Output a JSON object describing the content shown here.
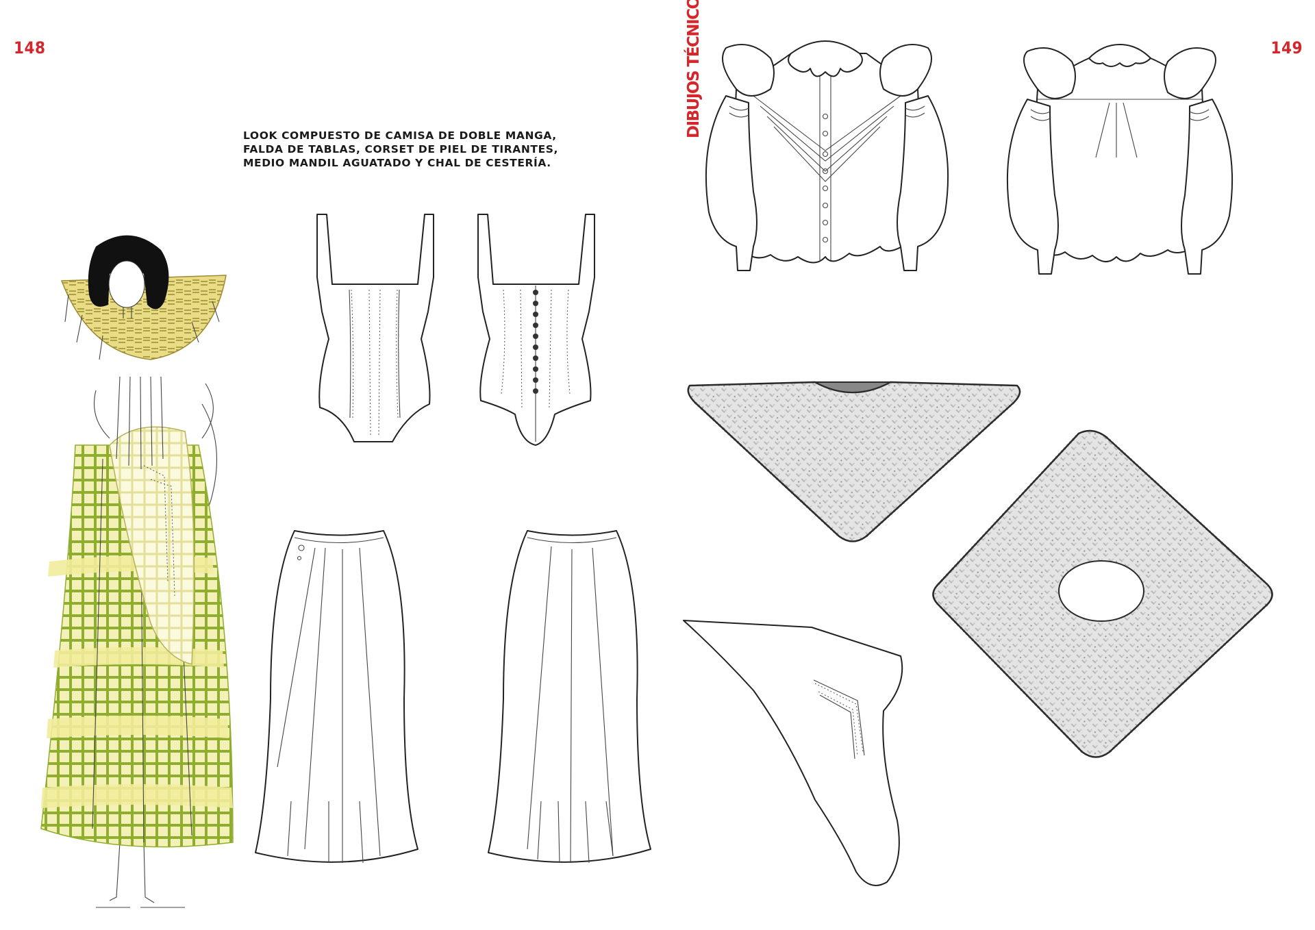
{
  "page": {
    "left_number": "148",
    "right_number": "149",
    "section_title": "DIBUJOS TÉCNICOS",
    "caption": "LOOK COMPUESTO DE CAMISA DE DOBLE MANGA, FALDA DE TABLAS, CORSET DE PIEL DE TIRANTES, MEDIO MANDIL AGUATADO Y CHAL DE CESTERÍA."
  },
  "colors": {
    "accent": "#d4262b",
    "skirt_green": "#9ab83a",
    "skirt_yellow": "#f2ec9c",
    "hair": "#111111",
    "fabric_grey": "#e6e6e6"
  }
}
